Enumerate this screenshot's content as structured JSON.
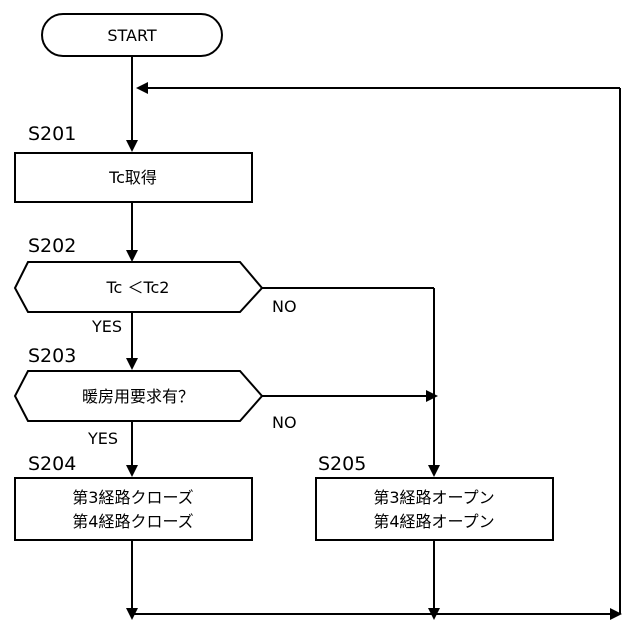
{
  "flowchart": {
    "start": "START",
    "s201": {
      "id": "S201",
      "text": "Tc取得"
    },
    "s202": {
      "id": "S202",
      "text": "Tc ＜Tc2",
      "yes": "YES",
      "no": "NO"
    },
    "s203": {
      "id": "S203",
      "text": "暖房用要求有？",
      "yes": "YES",
      "no": "NO"
    },
    "s204": {
      "id": "S204",
      "line1": "第3経路クローズ",
      "line2": "第4経路クローズ"
    },
    "s205": {
      "id": "S205",
      "line1": "第3経路オープン",
      "line2": "第4経路オープン"
    }
  }
}
